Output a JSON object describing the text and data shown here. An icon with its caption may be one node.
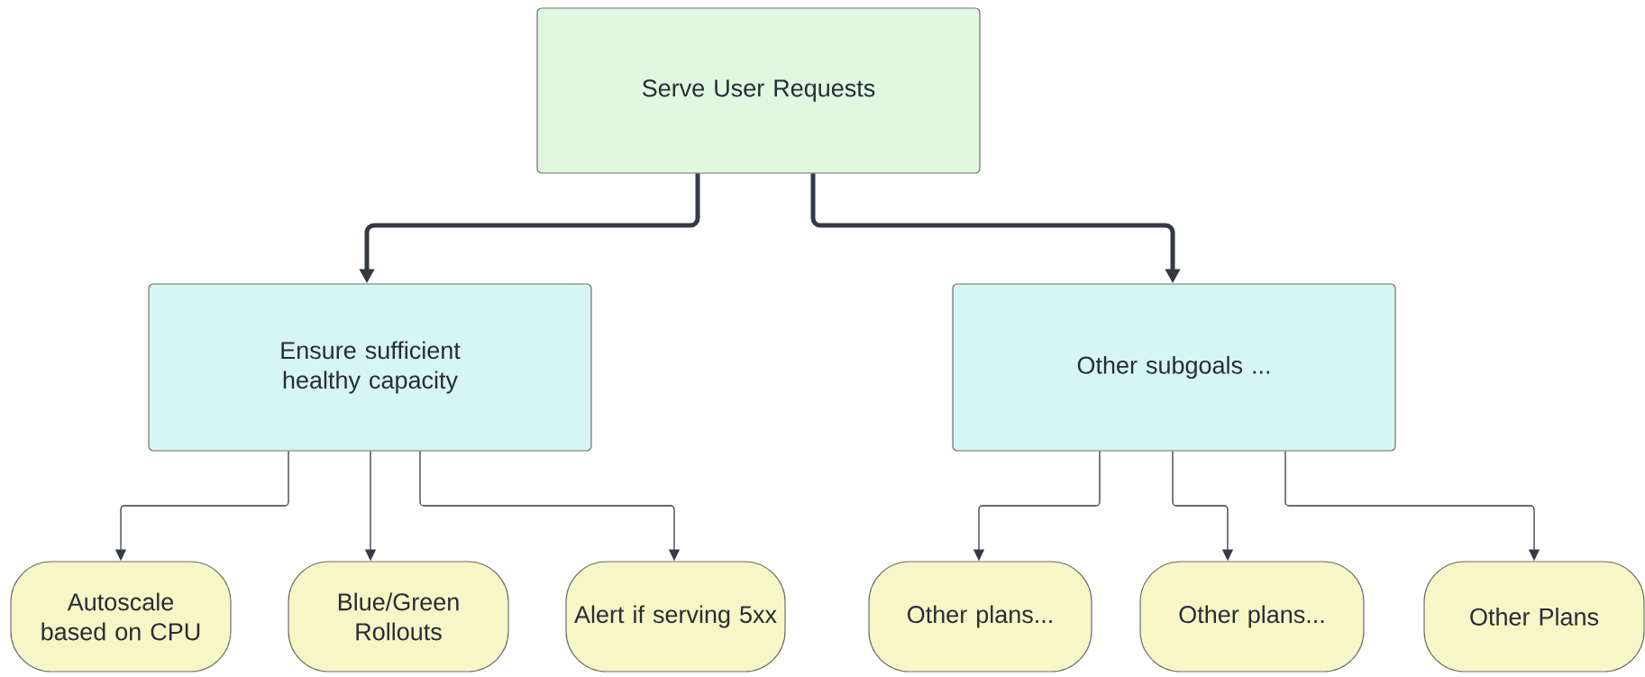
{
  "diagram": {
    "nodes": [
      {
        "text": [
          "Serve User Requests"
        ]
      },
      {
        "text": [
          "Ensure sufficient healthy capacity"
        ]
      },
      {
        "text": [
          "Other subgoals ..."
        ]
      },
      {
        "text": [
          "Autoscale based on CPU"
        ]
      },
      {
        "text": [
          "Blue/Green Rollouts"
        ]
      },
      {
        "text": [
          "Alert if serving 5xx"
        ]
      },
      {
        "text": [
          "Other plans..."
        ]
      },
      {
        "text": [
          "Other plans..."
        ]
      },
      {
        "text": [
          "Other Plans"
        ]
      }
    ],
    "edges": [
      {
        "from": 0,
        "to": 1,
        "arrow": "to",
        "style": "thick"
      },
      {
        "from": 0,
        "to": 2,
        "arrow": "to",
        "style": "thick"
      },
      {
        "from": 1,
        "to": 3,
        "arrow": "to"
      },
      {
        "from": 1,
        "to": 4,
        "arrow": "to"
      },
      {
        "from": 1,
        "to": 5,
        "arrow": "to"
      },
      {
        "from": 2,
        "to": 6,
        "arrow": "to"
      },
      {
        "from": 2,
        "to": 7,
        "arrow": "to"
      },
      {
        "from": 2,
        "to": 8,
        "arrow": "to"
      }
    ]
  }
}
